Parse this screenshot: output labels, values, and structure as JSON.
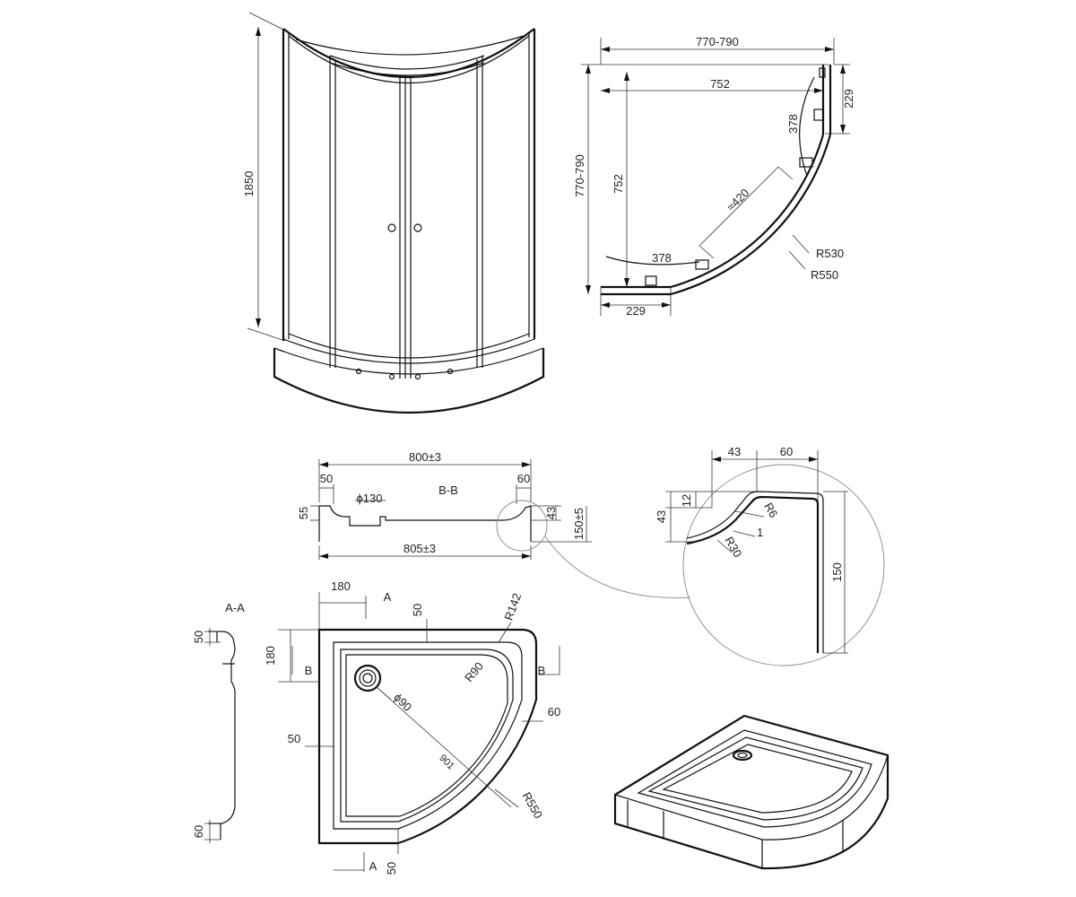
{
  "enclosure_view": {
    "height_label": "1850"
  },
  "plan_view": {
    "width_overall": "770-790",
    "width_inner": "752",
    "depth_overall": "770-790",
    "depth_inner": "752",
    "right_offset": "229",
    "bottom_offset": "229",
    "door_top_arc": "378",
    "door_bottom_arc": "378",
    "door_opening": "≈420",
    "inner_radius": "R530",
    "outer_radius": "R550"
  },
  "section_bb": {
    "title": "B-B",
    "top_width": "800±3",
    "bottom_width": "805±3",
    "left_lip": "50",
    "right_lip": "60",
    "left_height": "55",
    "right_height": "43",
    "drain_diameter": "ϕ130",
    "total_height": "150±5"
  },
  "detail_view": {
    "top_width_1": "43",
    "top_width_2": "60",
    "step_height": "12",
    "rim_height": "43",
    "radius_small": "R6",
    "radius_large": "R30",
    "marker": "1",
    "overall_height": "150"
  },
  "section_aa": {
    "title": "A-A",
    "top_dim": "50",
    "bottom_dim": "60"
  },
  "tray_plan": {
    "section_a_marker": "A",
    "section_a_marker_bottom": "A",
    "section_b_marker_left": "B",
    "section_b_marker_right": "B",
    "top_offset": "180",
    "left_offset": "180",
    "top_rim": "50",
    "corner_radius": "R142",
    "inner_corner_radius": "R90",
    "drain": "ϕ90",
    "right_rim": "60",
    "left_rim": "50",
    "diagonal": "901",
    "outer_radius": "R550",
    "bottom_rim": "50"
  }
}
